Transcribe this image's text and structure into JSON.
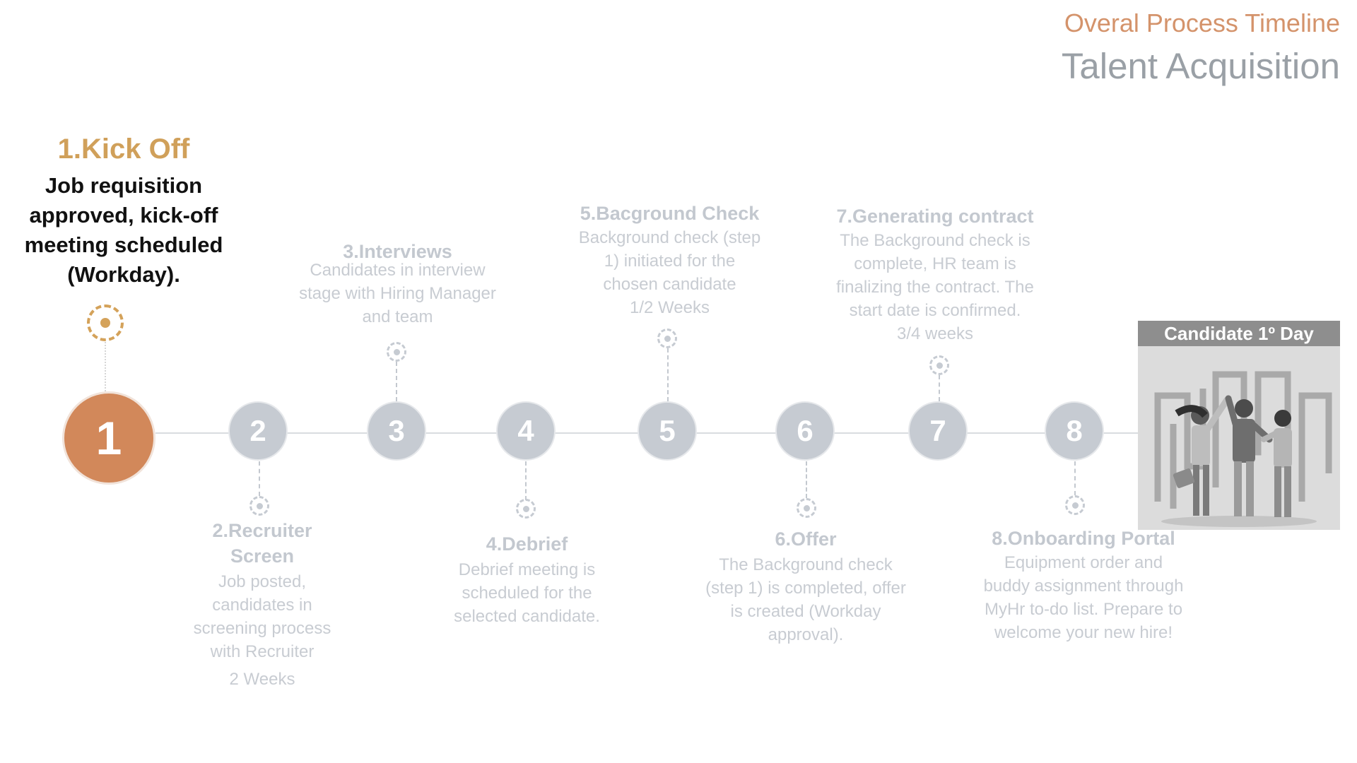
{
  "header": {
    "subtitle": "Overal Process Timeline",
    "title": "Talent Acquisition"
  },
  "steps": [
    {
      "number": "1",
      "title": "1.Kick Off",
      "description": "Job requisition approved, kick-off meeting scheduled (Workday)."
    },
    {
      "number": "2",
      "title": "2.Recruiter Screen",
      "description": "Job posted, candidates in screening process with Recruiter",
      "duration": "2 Weeks"
    },
    {
      "number": "3",
      "title": "3.Interviews",
      "description": "Candidates in interview stage with Hiring Manager and team"
    },
    {
      "number": "4",
      "title": "4.Debrief",
      "description": "Debrief meeting is scheduled for the selected candidate."
    },
    {
      "number": "5",
      "title": "5.Bacground Check",
      "description": "Background check (step 1) initiated for the chosen candidate",
      "duration": "1/2 Weeks"
    },
    {
      "number": "6",
      "title": "6.Offer",
      "description": "The Background check (step 1) is completed, offer is created (Workday approval)."
    },
    {
      "number": "7",
      "title": "7.Generating contract",
      "description": "The Background check is complete, HR team is finalizing the contract. The start date is confirmed.",
      "duration": "3/4 weeks"
    },
    {
      "number": "8",
      "title": "8.Onboarding Portal",
      "description": "Equipment order and buddy assignment through MyHr to-do list. Prepare to welcome your new hire!"
    }
  ],
  "final_card": {
    "label": "Candidate 1º Day",
    "illustration": "team-celebration-illustration"
  },
  "colors": {
    "accent_orange": "#d2885a",
    "accent_gold": "#d0a05a",
    "inactive_gray": "#c6cbd2"
  }
}
